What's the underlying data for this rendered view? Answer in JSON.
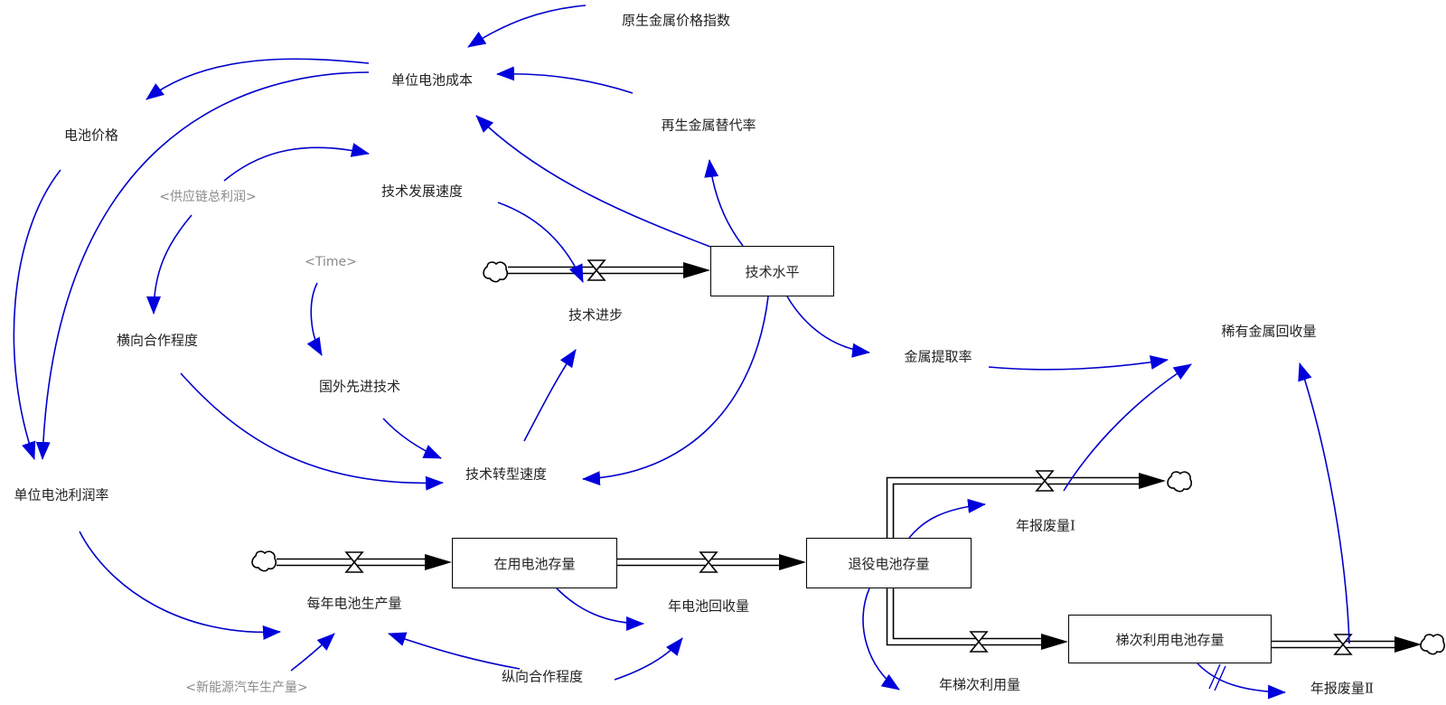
{
  "diagram": {
    "type": "system-dynamics-stock-flow",
    "colors": {
      "causal_link": "#0000dd",
      "flow_pipe": "#000000",
      "shadow_variable_text": "#8a8a8a",
      "text": "#222222"
    },
    "stocks": {
      "tech_level": "技术水平",
      "batteries_in_use": "在用电池存量",
      "retired_batteries": "退役电池存量",
      "cascade_batteries": "梯次利用电池存量"
    },
    "flows": {
      "tech_progress": "技术进步",
      "annual_production": "每年电池生产量",
      "annual_recycling": "年电池回收量",
      "annual_scrap_1": "年报废量Ⅰ",
      "annual_cascade_use": "年梯次利用量",
      "annual_scrap_2": "年报废量Ⅱ"
    },
    "variables": {
      "primary_metal_price_index": "原生金属价格指数",
      "unit_battery_cost": "单位电池成本",
      "recycled_metal_substitution": "再生金属替代率",
      "battery_price": "电池价格",
      "tech_dev_speed": "技术发展速度",
      "horizontal_cooperation": "横向合作程度",
      "foreign_advanced_tech": "国外先进技术",
      "tech_transform_speed": "技术转型速度",
      "unit_battery_profit": "单位电池利润率",
      "metal_extraction_rate": "金属提取率",
      "rare_metal_recovery": "稀有金属回收量",
      "vertical_cooperation": "纵向合作程度"
    },
    "shadow_variables": {
      "supply_chain_profit": "<供应链总利润>",
      "time": "<Time>",
      "nev_production": "<新能源汽车生产量>"
    }
  }
}
